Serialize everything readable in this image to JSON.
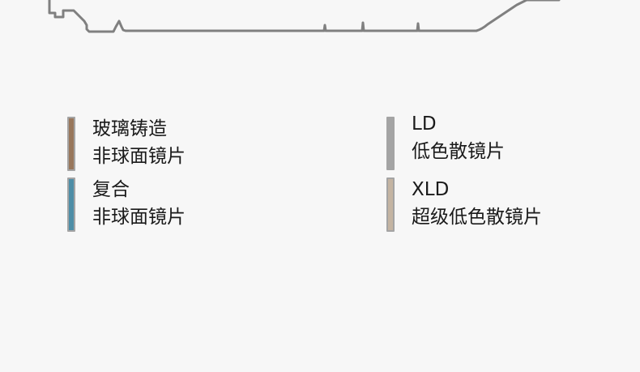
{
  "diagram": {
    "outline_color": "#808080"
  },
  "legend": {
    "items": [
      {
        "line1": "玻璃铸造",
        "line2": "非球面镜片",
        "color": "#98775c"
      },
      {
        "line1": "复合",
        "line2": "非球面镜片",
        "color": "#4e8ea7"
      },
      {
        "line1": "LD",
        "line2": "低色散镜片",
        "color": "#a4a4a4"
      },
      {
        "line1": "XLD",
        "line2": "超级低色散镜片",
        "color": "#c4b4a2"
      }
    ]
  }
}
